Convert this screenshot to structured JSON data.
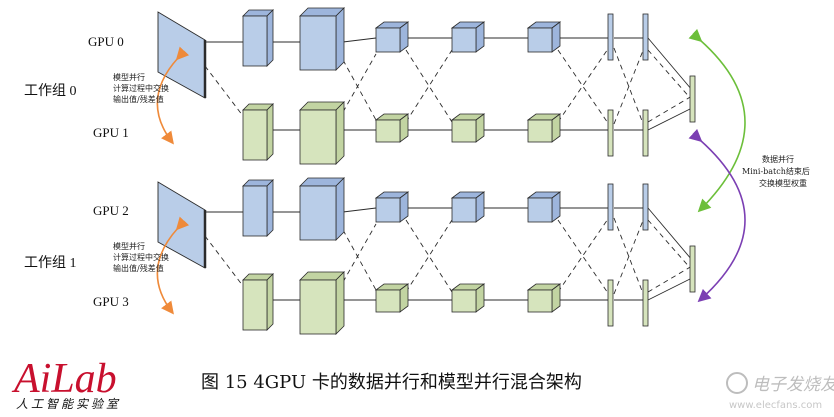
{
  "gpus": [
    "GPU 0",
    "GPU 1",
    "GPU 2",
    "GPU 3"
  ],
  "groups": [
    "工作组 0",
    "工作组 1"
  ],
  "model_parallel_note": [
    "模型并行",
    "计算过程中交换",
    "输出值/残差值"
  ],
  "data_parallel_note": [
    "数据并行",
    "Mini-batch结束后",
    "交换模型权重"
  ],
  "caption": "图 15   4GPU 卡的数据并行和模型并行混合架构",
  "logo": {
    "text": "AiLab",
    "subtitle": "人工智能实验室"
  },
  "watermark": {
    "text": "电子发烧友",
    "url": "www.elecfans.com"
  },
  "colors": {
    "blue_fill": "#b9cde8",
    "blue_dark": "#9db5dc",
    "green_fill": "#d6e4bd",
    "green_dark": "#c2d4a2",
    "edge": "#2b2b2b",
    "orange_arrow": "#ef8a3a",
    "green_arrow": "#6cbf3a",
    "purple_arrow": "#7b3fb3",
    "logo_red": "#c8102e"
  }
}
